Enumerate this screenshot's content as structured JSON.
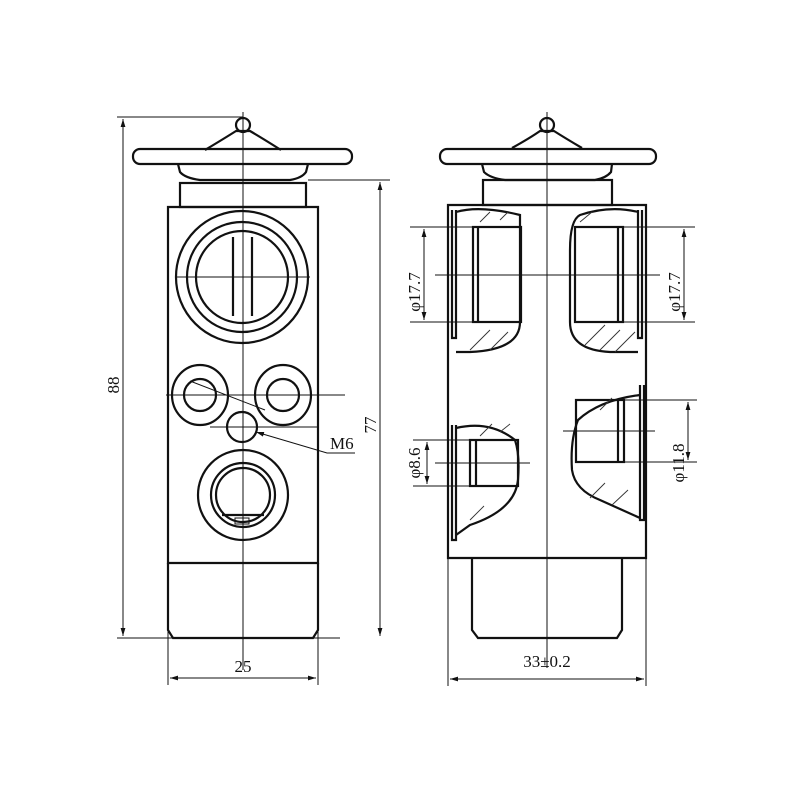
{
  "drawing": {
    "front_view": {
      "height_overall": "88",
      "height_body": "77",
      "width": "25",
      "thread_callout": "M6"
    },
    "side_view": {
      "width": "33±0.2",
      "port_upper_left": "φ17.7",
      "port_upper_right": "φ17.7",
      "port_lower_left": "φ8.6",
      "port_lower_right": "φ11.8"
    }
  }
}
